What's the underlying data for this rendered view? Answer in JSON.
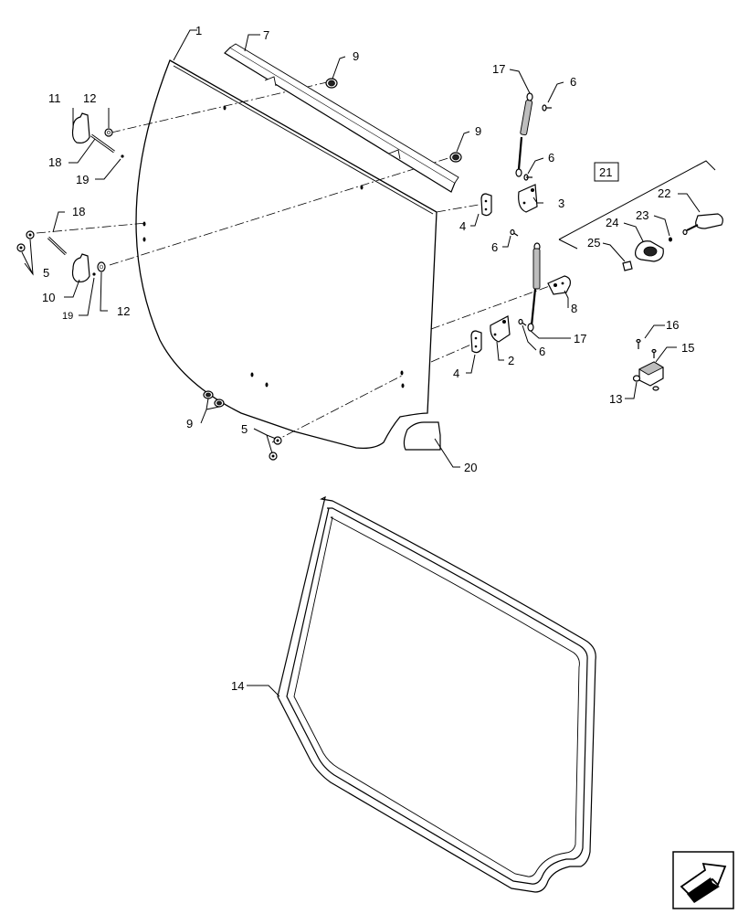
{
  "callouts": {
    "c1": "1",
    "c2": "2",
    "c3": "3",
    "c4a": "4",
    "c4b": "4",
    "c5a": "5",
    "c5b": "5",
    "c6a": "6",
    "c6b": "6",
    "c6c": "6",
    "c6d": "6",
    "c7": "7",
    "c8": "8",
    "c9a": "9",
    "c9b": "9",
    "c9c": "9",
    "c10": "10",
    "c11": "11",
    "c12a": "12",
    "c12b": "12",
    "c13": "13",
    "c14": "14",
    "c15": "15",
    "c16": "16",
    "c17a": "17",
    "c17b": "17",
    "c18a": "18",
    "c18b": "18",
    "c19a": "19",
    "c19b": "19",
    "c20": "20",
    "c21": "21",
    "c22": "22",
    "c23": "23",
    "c24": "24",
    "c25": "25"
  },
  "nav": {
    "icon": "next-page-arrow-icon"
  }
}
